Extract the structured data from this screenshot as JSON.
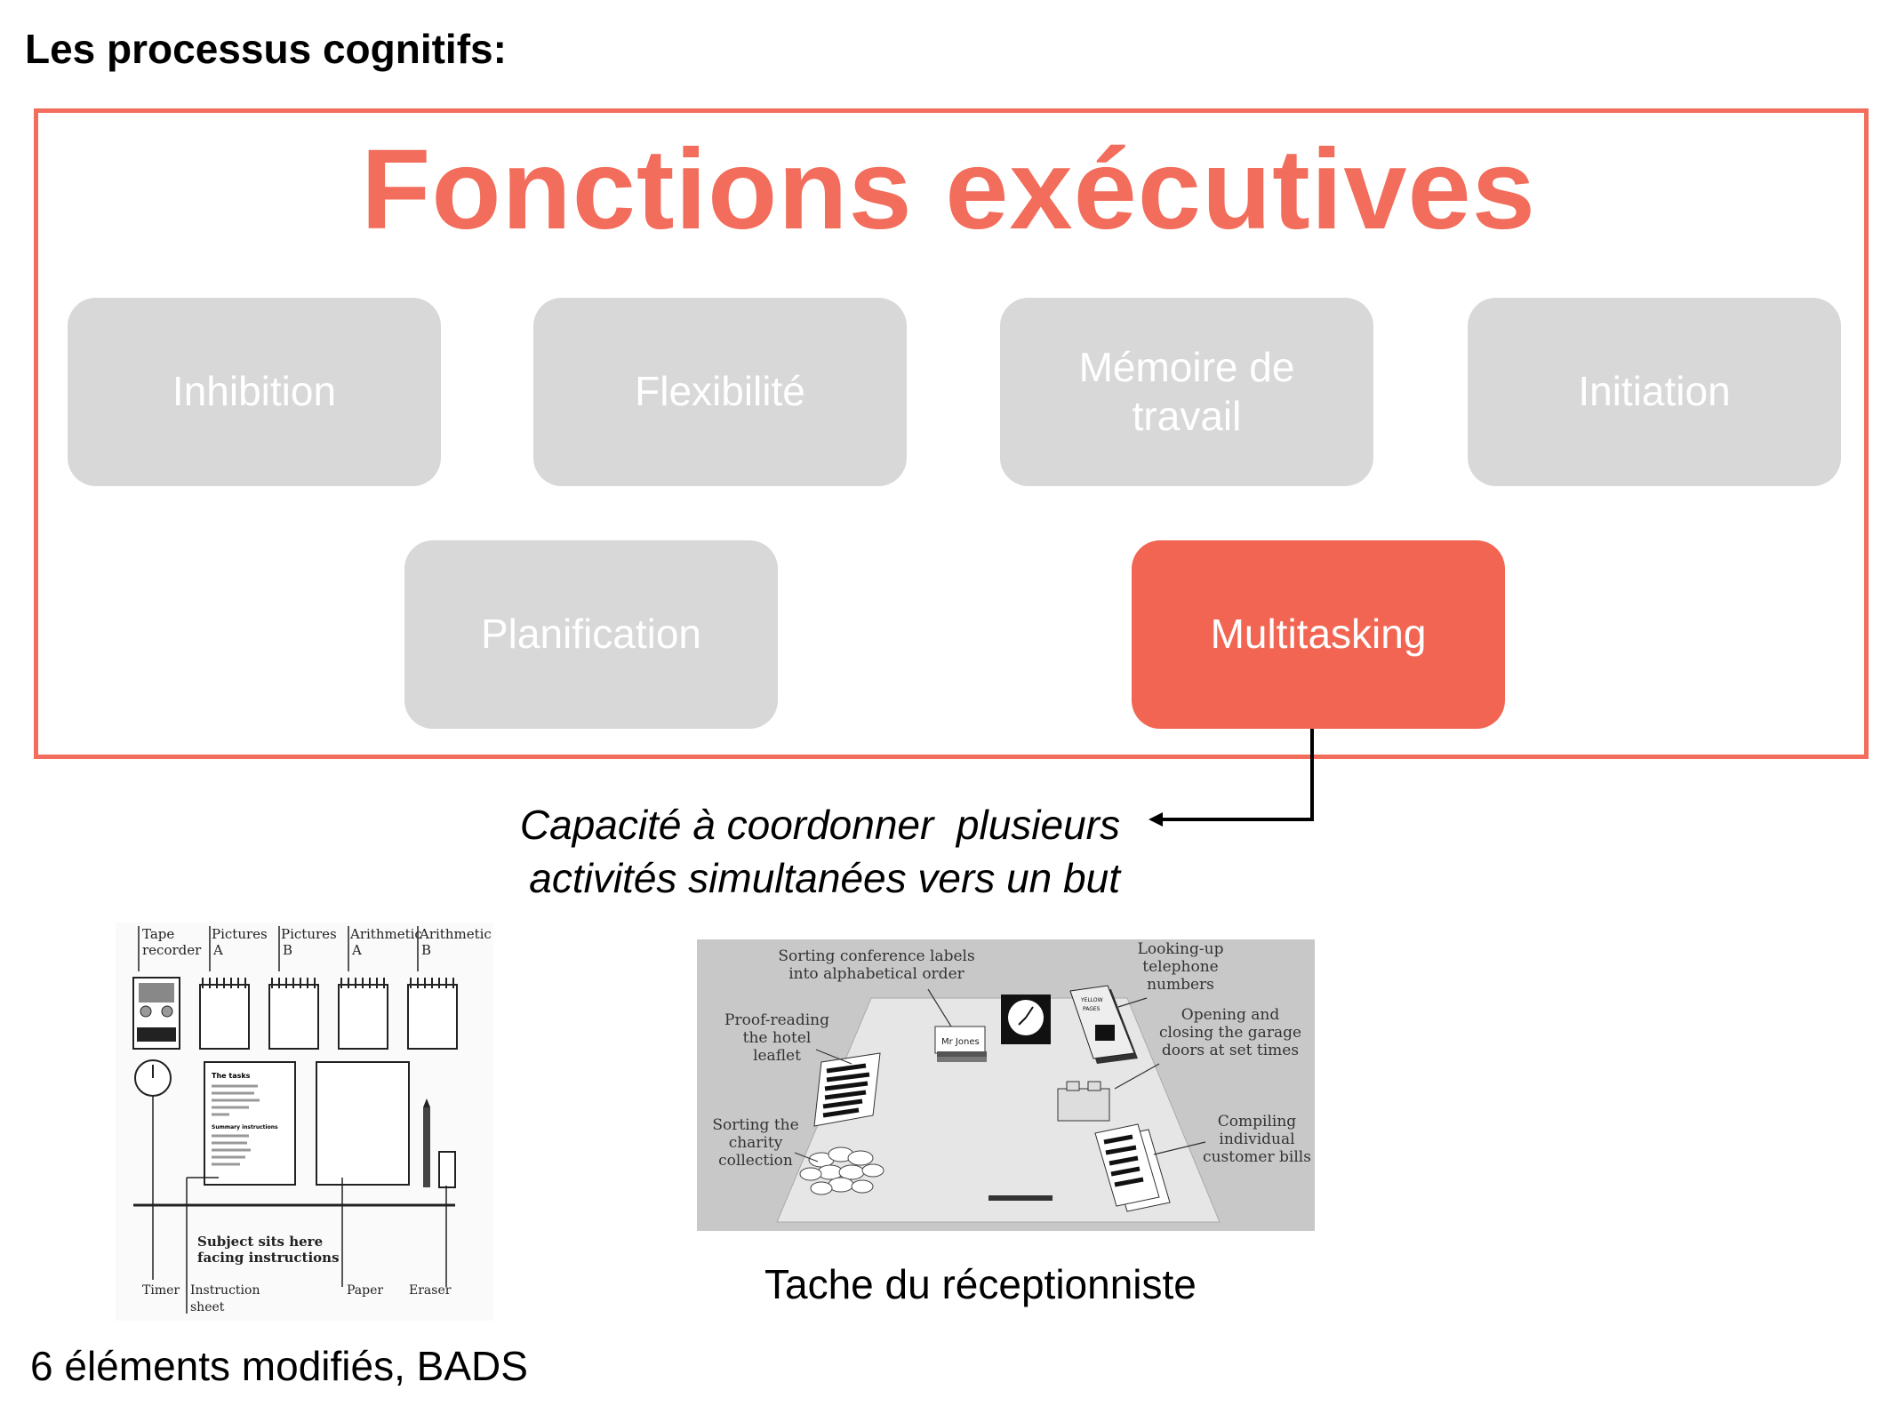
{
  "heading": "Les processus cognitifs:",
  "title": "Fonctions exécutives",
  "functions": [
    {
      "label": "Inhibition"
    },
    {
      "label": "Flexibilité"
    },
    {
      "label": "Mémoire de travail"
    },
    {
      "label": "Initiation"
    },
    {
      "label": "Planification"
    },
    {
      "label": "Multitasking",
      "highlighted": true
    }
  ],
  "definition": {
    "line1": "Capacité à coordonner  plusieurs",
    "line2": "activités simultanées vers un but"
  },
  "bads_figure": {
    "labels": {
      "tape": "Tape",
      "recorder": "recorder",
      "pictures": "Pictures",
      "a": "A",
      "b": "B",
      "arithmetic": "Arithmetic",
      "the_tasks": "The tasks",
      "summary": "Summary instructions",
      "subject1": "Subject sits here",
      "subject2": "facing instructions",
      "timer": "Timer",
      "instruction": "Instruction",
      "sheet": "sheet",
      "paper": "Paper",
      "eraser": "Eraser"
    },
    "caption": "6 éléments modifiés, BADS"
  },
  "receptionist_figure": {
    "labels": {
      "sorting1": "Sorting conference labels",
      "sorting2": "into alphabetical order",
      "looking1": "Looking-up",
      "looking2": "telephone",
      "looking3": "numbers",
      "proof1": "Proof-reading",
      "proof2": "the hotel",
      "proof3": "leaflet",
      "opening1": "Opening and",
      "opening2": "closing the garage",
      "opening3": "doors at set times",
      "charity1": "Sorting the",
      "charity2": "charity",
      "charity3": "collection",
      "bills1": "Compiling",
      "bills2": "individual",
      "bills3": "customer bills",
      "mrjones": "Mr Jones",
      "yellow": "YELLOW",
      "pages": "PAGES"
    },
    "caption": "Tache du réceptionniste"
  },
  "colors": {
    "accent": "#f26d5b",
    "box_grey": "#d8d8d8",
    "box_text": "#ffffff"
  }
}
